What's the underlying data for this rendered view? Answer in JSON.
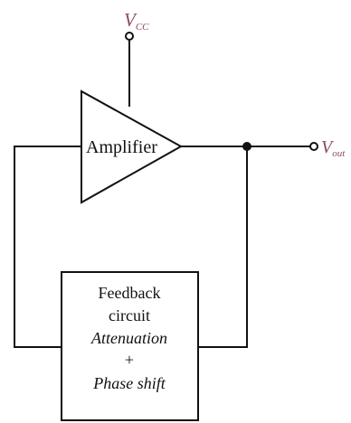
{
  "supply": {
    "label": "V",
    "subscript": "CC"
  },
  "output": {
    "label": "V",
    "subscript": "out"
  },
  "amplifier": {
    "label": "Amplifier"
  },
  "feedback": {
    "line1": "Feedback",
    "line2": "circuit",
    "line3": "Attenuation",
    "line4": "+",
    "line5": "Phase shift"
  },
  "colors": {
    "ink": "#111111",
    "pin_label": "#8a4b63"
  }
}
